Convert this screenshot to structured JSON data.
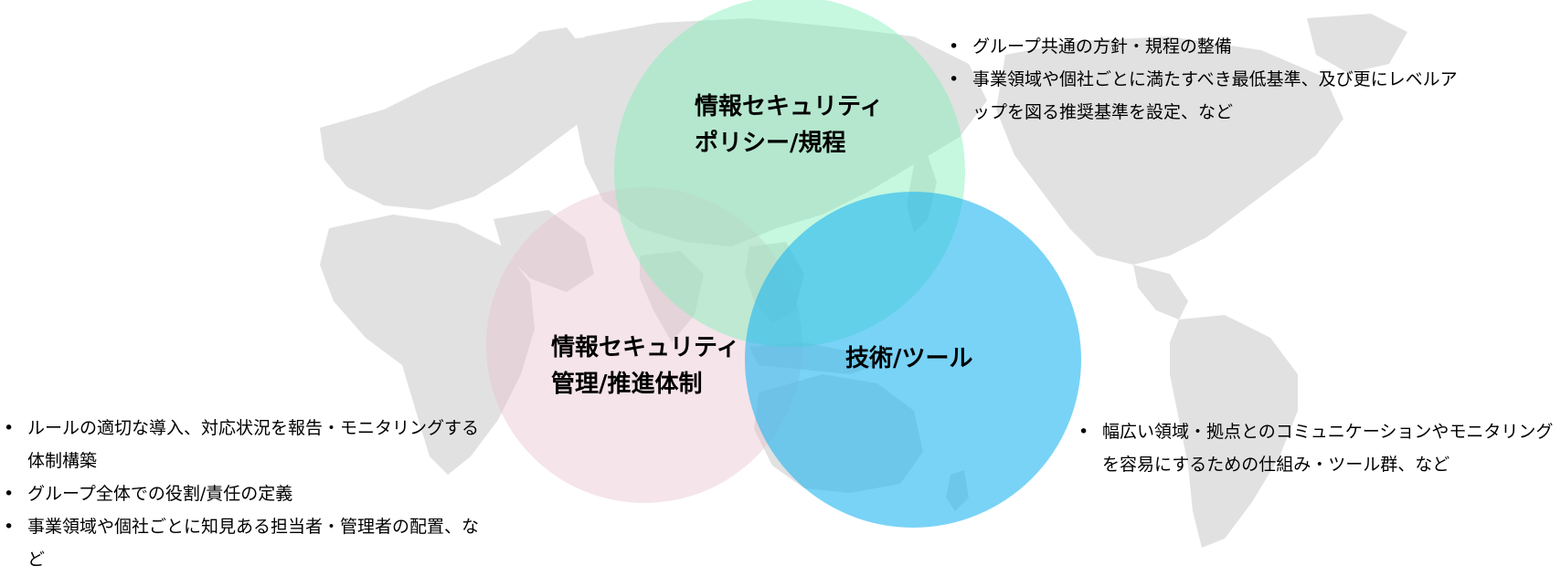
{
  "colors": {
    "map": "#d9d9d9",
    "policy_circle": "#7ff0b8",
    "management_circle": "#e9c4d0",
    "technology_circle": "#1fb5f0"
  },
  "circles": {
    "policy": {
      "line1": "情報セキュリティ",
      "line2": "ポリシー/規程"
    },
    "management": {
      "line1": "情報セキュリティ",
      "line2": "管理/推進体制"
    },
    "technology": {
      "line1": "技術/ツール"
    }
  },
  "notes": {
    "policy": [
      "グループ共通の方針・規程の整備",
      "事業領域や個社ごとに満たすべき最低基準、及び更にレベルアップを図る推奨基準を設定、など"
    ],
    "management": [
      "ルールの適切な導入、対応状況を報告・モニタリングする体制構築",
      "グループ全体での役割/責任の定義",
      "事業領域や個社ごとに知見ある担当者・管理者の配置、など"
    ],
    "technology": [
      "幅広い領域・拠点とのコミュニケーションやモニタリングを容易にするための仕組み・ツール群、など"
    ]
  }
}
